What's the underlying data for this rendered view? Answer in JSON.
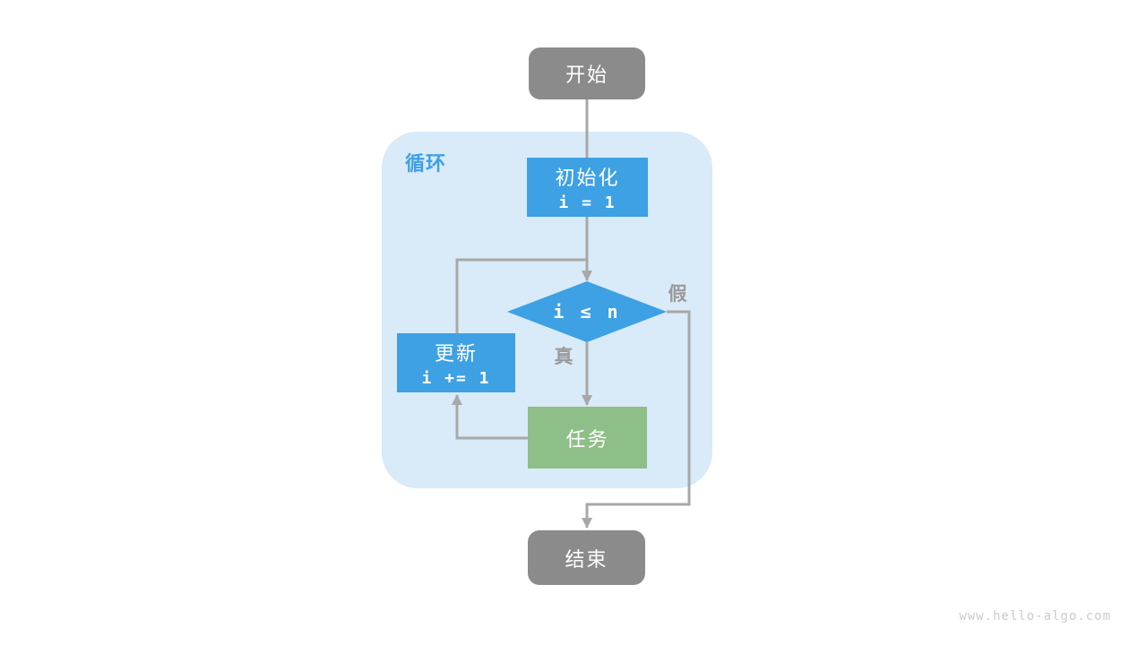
{
  "page": {
    "background_color": "#ffffff",
    "watermark": "www.hello-algo.com"
  },
  "palette": {
    "node_gray": "#8b8b8b",
    "node_blue": "#3da1e4",
    "node_green": "#8fbf88",
    "loop_container_bg": "#d9eaf8",
    "loop_label_blue": "#3da1e4",
    "connector_gray": "#a8a8a8",
    "edge_label_gray": "#9a9a9a",
    "node_text": "#ffffff",
    "watermark_gray": "#cbcbcb"
  },
  "diagram": {
    "type": "flowchart",
    "container_label": "循环",
    "nodes": {
      "start": {
        "label": "开始",
        "shape": "rounded-rect",
        "fill": "gray"
      },
      "init": {
        "label": "初始化",
        "code": "i = 1",
        "shape": "rect",
        "fill": "blue"
      },
      "condition": {
        "label": "i ≤ n",
        "shape": "diamond",
        "fill": "blue"
      },
      "task": {
        "label": "任务",
        "shape": "rect",
        "fill": "green"
      },
      "update": {
        "label": "更新",
        "code": "i += 1",
        "shape": "rect",
        "fill": "blue"
      },
      "end": {
        "label": "结束",
        "shape": "rounded-rect",
        "fill": "gray"
      }
    },
    "edge_labels": {
      "true_branch": "真",
      "false_branch": "假"
    },
    "edges": [
      {
        "from": "开始",
        "to": "初始化"
      },
      {
        "from": "初始化",
        "to": "i ≤ n"
      },
      {
        "from": "i ≤ n",
        "to": "任务",
        "label": "真"
      },
      {
        "from": "任务",
        "to": "更新"
      },
      {
        "from": "更新",
        "to": "i ≤ n"
      },
      {
        "from": "i ≤ n",
        "to": "结束",
        "label": "假"
      }
    ]
  }
}
